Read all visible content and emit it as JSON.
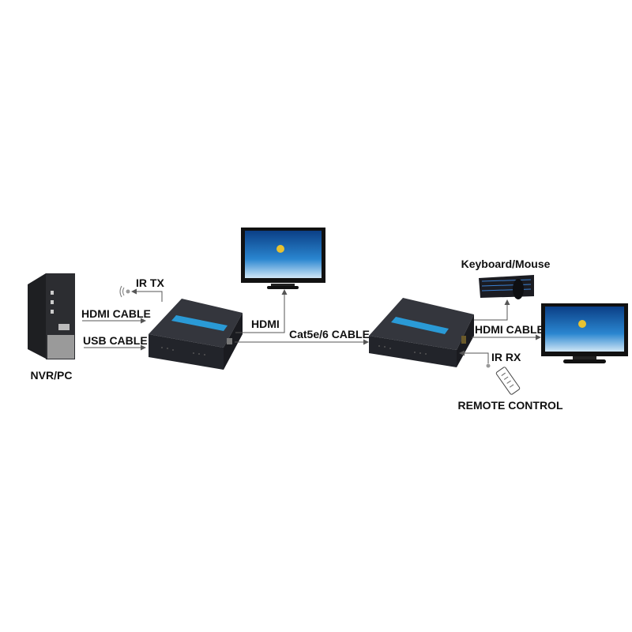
{
  "labels": {
    "pc": "NVR/PC",
    "ir_tx": "IR TX",
    "hdmi_cable_in": "HDMI CABLE",
    "usb_cable": "USB CABLE",
    "hdmi_local": "HDMI",
    "cat_cable": "Cat5e/6 CABLE",
    "keyboard_mouse": "Keyboard/Mouse",
    "hdmi_cable_out": "HDMI CABLE",
    "ir_rx": "IR RX",
    "remote_control": "REMOTE CONTROL"
  },
  "colors": {
    "device_body": "#2b2d33",
    "device_stripe": "#2a9ad6",
    "screen_sky": "#1d6fb8",
    "line": "#555555"
  }
}
